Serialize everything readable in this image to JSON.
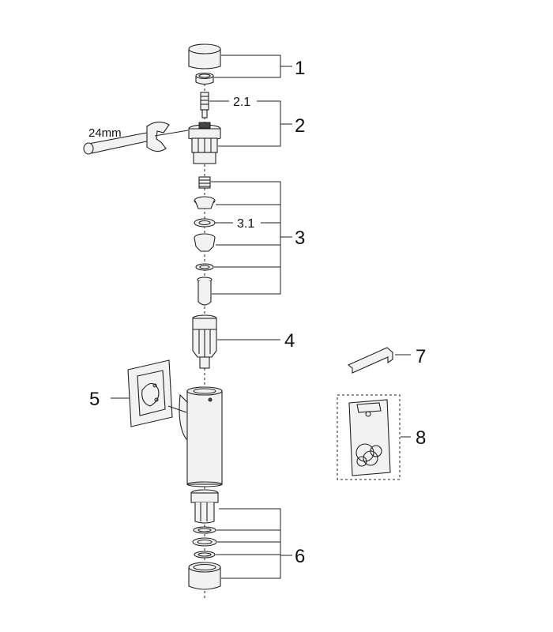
{
  "callouts": {
    "c1": "1",
    "c2": "2",
    "c2_1": "2.1",
    "c3": "3",
    "c3_1": "3.1",
    "c4": "4",
    "c5": "5",
    "c6": "6",
    "c7": "7",
    "c8": "8"
  },
  "tool_label": "24mm"
}
